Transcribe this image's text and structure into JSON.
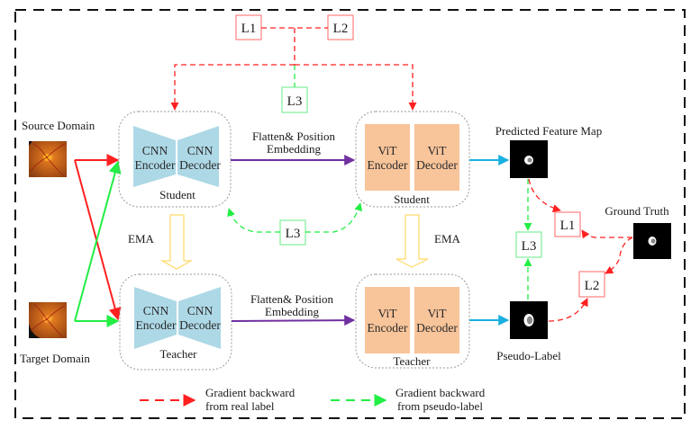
{
  "diagram": {
    "inputs": {
      "source_domain_label": "Source Domain",
      "target_domain_label": "Target Domain"
    },
    "student_cnn": {
      "encoder_line1": "CNN",
      "encoder_line2": "Encoder",
      "decoder_line1": "CNN",
      "decoder_line2": "Decoder",
      "role": "Student"
    },
    "teacher_cnn": {
      "encoder_line1": "CNN",
      "encoder_line2": "Encoder",
      "decoder_line1": "CNN",
      "decoder_line2": "Decoder",
      "role": "Teacher"
    },
    "student_vit": {
      "encoder_line1": "ViT",
      "encoder_line2": "Encoder",
      "decoder_line1": "ViT",
      "decoder_line2": "Decoder",
      "role": "Student"
    },
    "teacher_vit": {
      "encoder_line1": "ViT",
      "encoder_line2": "Encoder",
      "decoder_line1": "ViT",
      "decoder_line2": "Decoder",
      "role": "Teacher"
    },
    "flatten_top": {
      "line1": "Flatten& Position",
      "line2": "Embedding"
    },
    "flatten_bottom": {
      "line1": "Flatten& Position",
      "line2": "Embedding"
    },
    "ema_left": "EMA",
    "ema_right": "EMA",
    "outputs": {
      "predicted_label": "Predicted Feature Map",
      "pseudo_label": "Pseudo-Label",
      "ground_truth_label": "Ground Truth"
    },
    "losses": {
      "top_l1": "L1",
      "top_l2": "L2",
      "top_l3": "L3",
      "mid_l3": "L3",
      "right_l1": "L1",
      "right_l2": "L2",
      "right_l3": "L3"
    },
    "legend": {
      "real": {
        "line1": "Gradient backward",
        "line2": "from real label"
      },
      "pseudo": {
        "line1": "Gradient backward",
        "line2": "from pseudo-label"
      }
    },
    "colors": {
      "real_gradient": "#ff2020",
      "pseudo_gradient": "#22ee44",
      "flatten_arrow": "#7030a0",
      "output_arrow": "#1ab0e0",
      "cnn_block": "#add8e6",
      "vit_block": "#f8c49a",
      "ema_arrow": "#ffd966",
      "loss_red_border": "#ff8080",
      "loss_green_border": "#80ee99"
    }
  }
}
